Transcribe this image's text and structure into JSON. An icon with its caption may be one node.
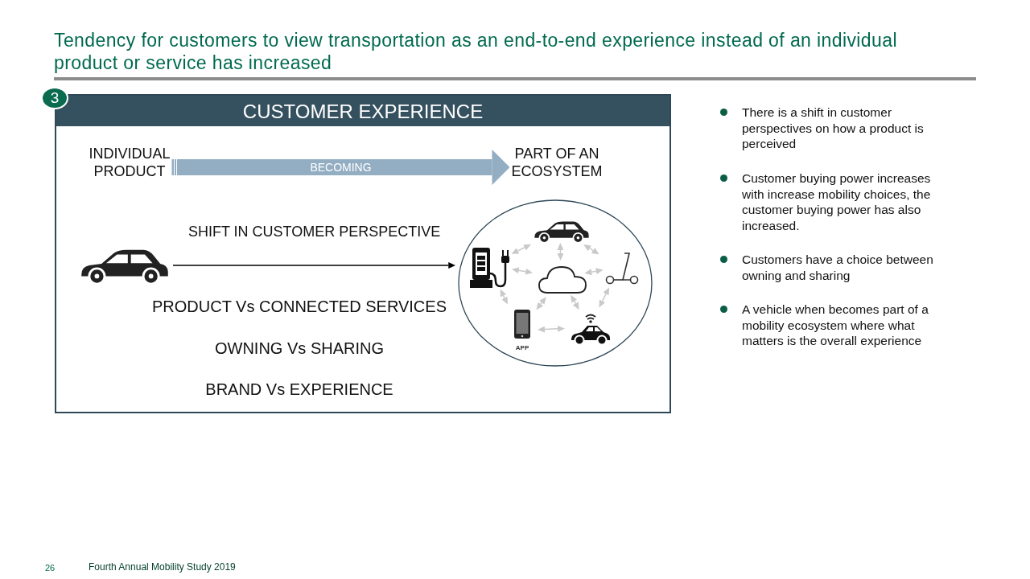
{
  "diagram": {
    "title": "Tendency for customers to view transportation as an end-to-end experience instead of an individual product or service has increased",
    "nodes": [
      {
        "text": [
          "CUSTOMER EXPERIENCE"
        ]
      },
      {
        "text": [
          "3"
        ]
      },
      {
        "text": [
          "INDIVIDUAL PRODUCT"
        ],
        "in": 0
      },
      {
        "text": [
          "PART OF AN ECOSYSTEM"
        ],
        "in": 0
      },
      {
        "text": [],
        "shape": "car",
        "in": 0
      },
      {
        "text": [],
        "shape": "circle",
        "in": 0
      },
      {
        "text": [],
        "shape": "charging-station",
        "in": 5
      },
      {
        "text": [],
        "shape": "car",
        "in": 5
      },
      {
        "text": [],
        "shape": "scooter",
        "in": 5
      },
      {
        "text": [],
        "shape": "cloud",
        "in": 5
      },
      {
        "text": [
          "APP"
        ],
        "in": 5
      },
      {
        "text": [],
        "shape": "connected-car",
        "in": 5
      }
    ],
    "edges": [
      {
        "from": 2,
        "to": 3,
        "arrow": "to",
        "label": "BECOMING",
        "style": "thick",
        "color": "#93adc3"
      },
      {
        "from": 4,
        "to": 5,
        "arrow": "to",
        "label": "SHIFT IN CUSTOMER PERSPECTIVE",
        "color": "#000000"
      },
      {
        "from": 6,
        "to": 7,
        "arrow": "both"
      },
      {
        "from": 7,
        "to": 8,
        "arrow": "both"
      },
      {
        "from": 7,
        "to": 9,
        "arrow": "both"
      },
      {
        "from": 6,
        "to": 9,
        "arrow": "both"
      },
      {
        "from": 8,
        "to": 9,
        "arrow": "both"
      },
      {
        "from": 6,
        "to": 10,
        "arrow": "both"
      },
      {
        "from": 10,
        "to": 9,
        "arrow": "both"
      },
      {
        "from": 9,
        "to": 11,
        "arrow": "both"
      },
      {
        "from": 10,
        "to": 11,
        "arrow": "both"
      },
      {
        "from": 8,
        "to": 11,
        "arrow": "both"
      }
    ],
    "labels": [
      "PRODUCT Vs CONNECTED SERVICES",
      "OWNING Vs SHARING",
      "BRAND Vs EXPERIENCE",
      "There is a shift in customer perspectives on how a product is perceived",
      "Customer buying power increases with increase mobility choices, the customer buying power has also increased.",
      "Customers have a choice between owning and sharing",
      "A vehicle when becomes part of a mobility ecosystem where what matters is the overall experience",
      "26",
      "Fourth Annual Mobility Study 2019"
    ]
  }
}
